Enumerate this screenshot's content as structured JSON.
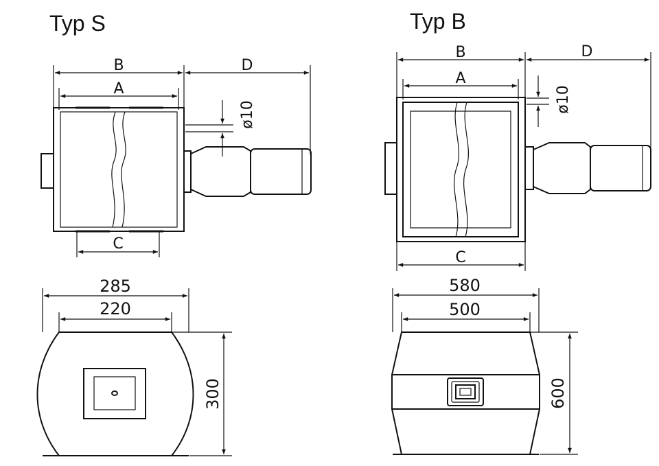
{
  "type_s": {
    "title": "Typ S",
    "top_view": {
      "dim_b": "B",
      "dim_a": "A",
      "dim_c": "C",
      "dim_d": "D",
      "dim_diameter": "ø10"
    },
    "front_view": {
      "width_outer": "285",
      "width_inner": "220",
      "height": "300"
    }
  },
  "type_b": {
    "title": "Typ B",
    "top_view": {
      "dim_b": "B",
      "dim_a": "A",
      "dim_c": "C",
      "dim_d": "D",
      "dim_diameter": "ø10"
    },
    "front_view": {
      "width_outer": "580",
      "width_inner": "500",
      "height": "600"
    }
  }
}
